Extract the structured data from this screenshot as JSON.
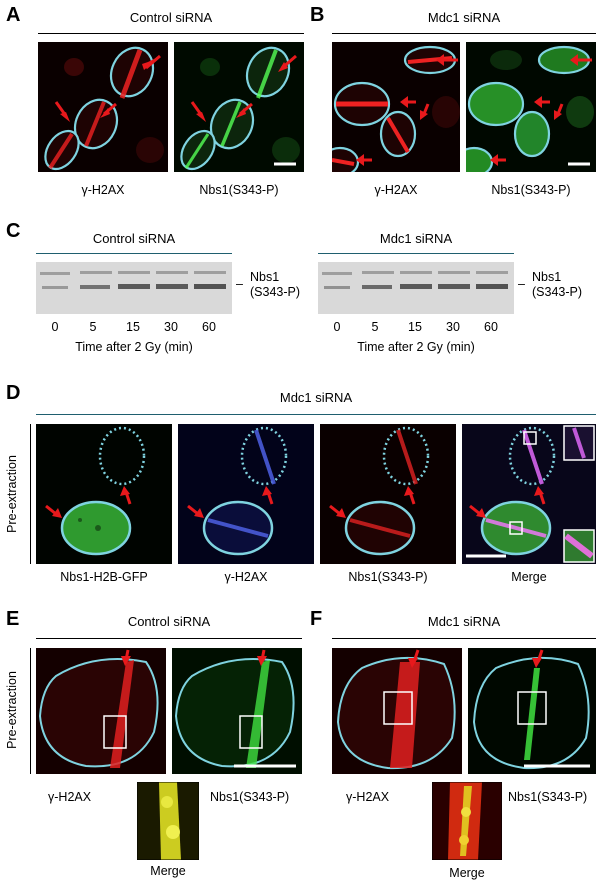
{
  "panel_letters": {
    "a": "A",
    "b": "B",
    "c": "C",
    "d": "D",
    "e": "E",
    "f": "F"
  },
  "panel_A": {
    "header": "Control siRNA",
    "captions": [
      "γ-H2AX",
      "Nbs1(S343-P)"
    ]
  },
  "panel_B": {
    "header": "Mdc1 siRNA",
    "captions": [
      "γ-H2AX",
      "Nbs1(S343-P)"
    ]
  },
  "panel_C": {
    "left_header": "Control siRNA",
    "right_header": "Mdc1 siRNA",
    "band_label_line1": "Nbs1",
    "band_label_line2": "(S343-P)",
    "band_dash": "–",
    "timepoints": [
      "0",
      "5",
      "15",
      "30",
      "60"
    ],
    "axis_title": "Time after 2 Gy (min)"
  },
  "panel_D": {
    "header": "Mdc1 siRNA",
    "side_label": "Pre-extraction",
    "captions": [
      "Nbs1-H2B-GFP",
      "γ-H2AX",
      "Nbs1(S343-P)",
      "Merge"
    ]
  },
  "panel_E": {
    "header": "Control siRNA",
    "side_label": "Pre-extraction",
    "captions": [
      "γ-H2AX",
      "Nbs1(S343-P)"
    ],
    "inset_caption": "Merge"
  },
  "panel_F": {
    "header": "Mdc1 siRNA",
    "captions": [
      "γ-H2AX",
      "Nbs1(S343-P)"
    ],
    "inset_caption": "Merge"
  },
  "colors": {
    "outline": "#7fd3e0",
    "arrow": "#e8191c",
    "rule": "#1f5f6f"
  }
}
